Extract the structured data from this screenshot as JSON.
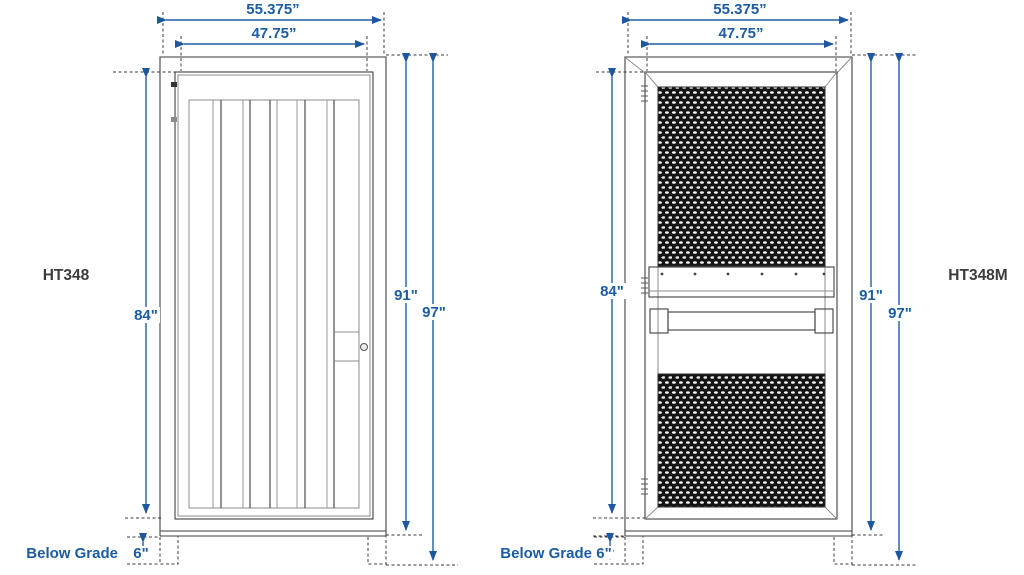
{
  "colors": {
    "dimension_blue": "#1e5fa6",
    "line_gray": "#5f5f5f",
    "label_dark": "#3b3b3b",
    "mesh_black": "#141414",
    "background": "#ffffff"
  },
  "left_door": {
    "model": "HT348",
    "overall_width": "55.375”",
    "leaf_width": "47.75”",
    "leaf_height": "84\"",
    "frame_height": "91\"",
    "overall_height": "97\"",
    "below_grade_label": "Below Grade",
    "below_grade_depth": "6\""
  },
  "right_door": {
    "model": "HT348M",
    "overall_width": "55.375”",
    "leaf_width": "47.75”",
    "leaf_height": "84\"",
    "frame_height": "91\"",
    "overall_height": "97\"",
    "below_grade_label": "Below Grade",
    "below_grade_depth": "6\""
  }
}
